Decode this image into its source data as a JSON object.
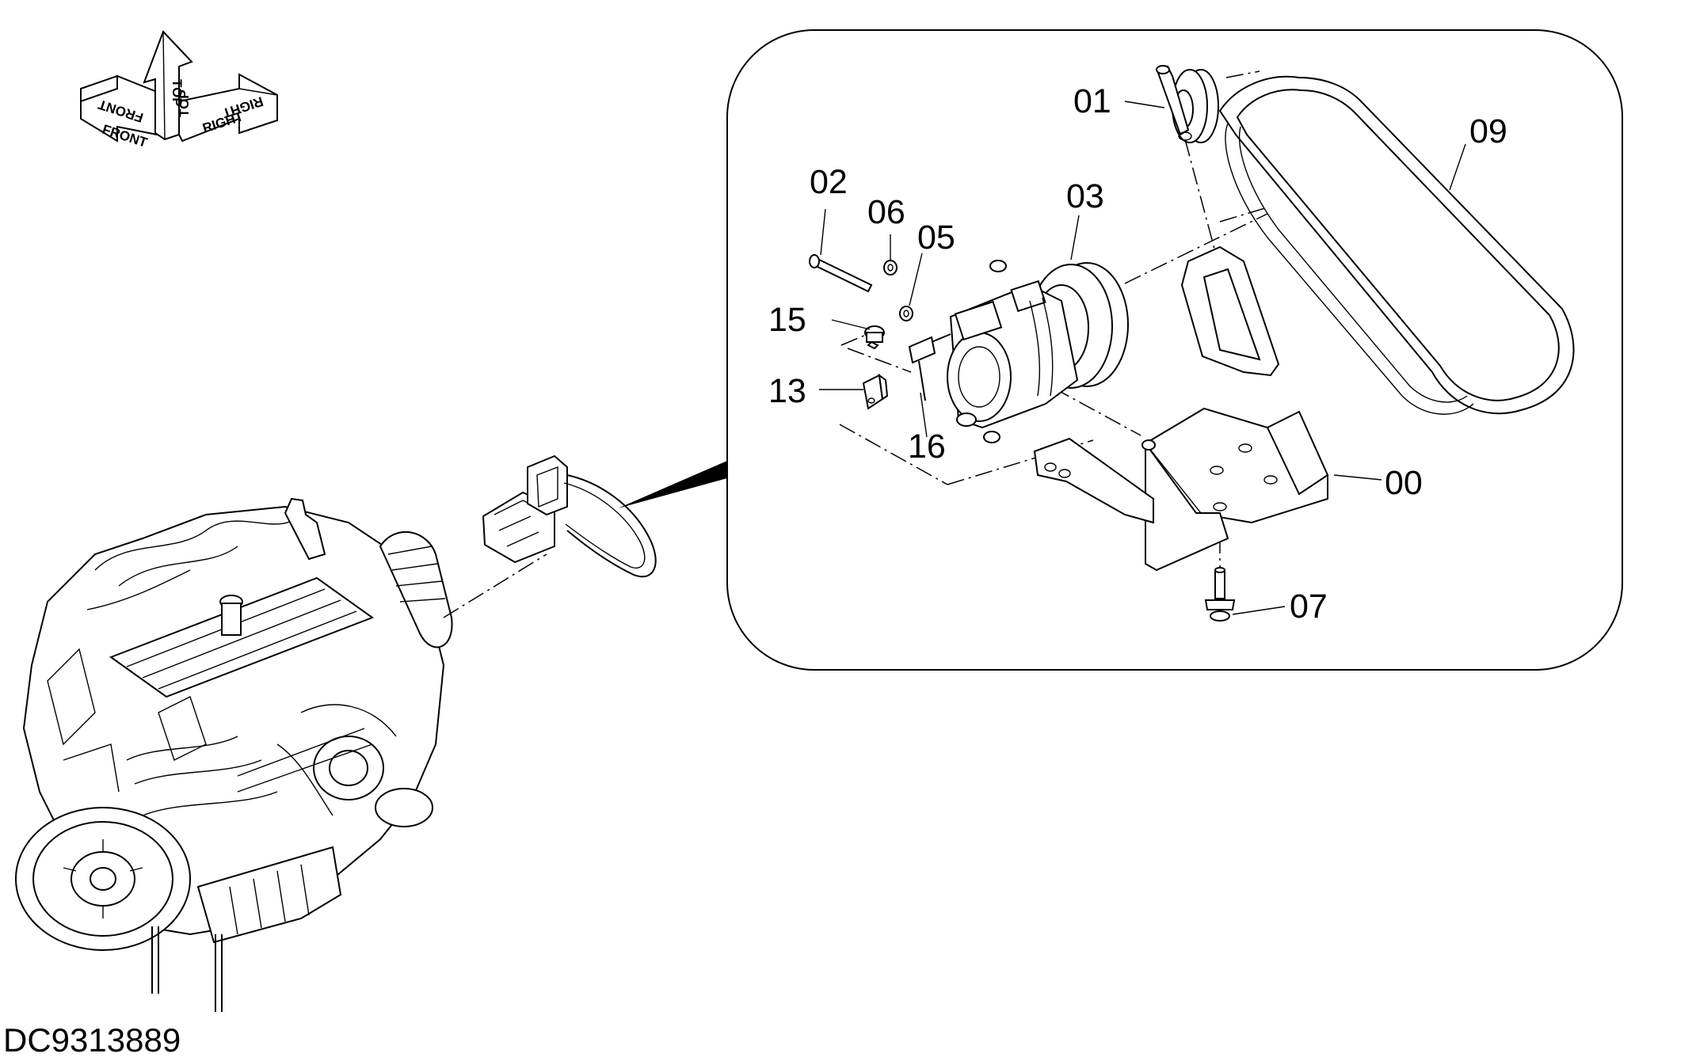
{
  "orientation": {
    "front": "FRONT",
    "top": "TOP",
    "right": "RIGHT"
  },
  "callouts": {
    "c00": "00",
    "c01": "01",
    "c02": "02",
    "c03": "03",
    "c05": "05",
    "c06": "06",
    "c07": "07",
    "c09": "09",
    "c13": "13",
    "c15": "15",
    "c16": "16"
  },
  "document_id": "DC9313889",
  "icons": [
    "orientation-arrows-icon",
    "engine-illustration",
    "compressor-illustration",
    "drive-belt-illustration",
    "idler-pulley-illustration",
    "mounting-bracket-illustration"
  ]
}
